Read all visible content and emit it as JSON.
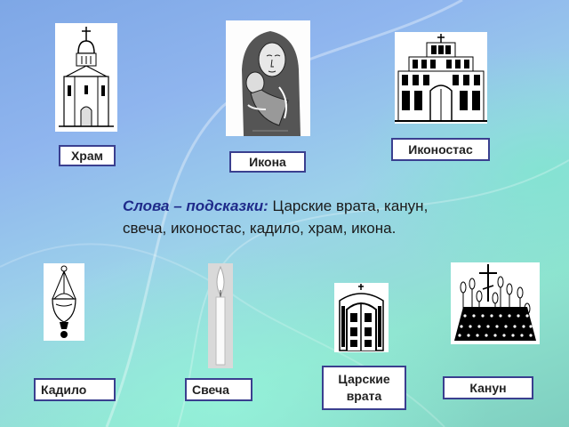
{
  "labels": {
    "hram": "Храм",
    "ikona": "Икона",
    "ikonostas": "Иконостас",
    "kadilo": "Кадило",
    "svecha": "Свеча",
    "tsarskie_line1": "Царские",
    "tsarskie_line2": "врата",
    "kanun": "Канун"
  },
  "hint": {
    "lead": "Слова – подсказки:",
    "text": " Царские врата, канун,  свеча, иконостас, кадило, храм, икона."
  },
  "icons": [
    "church-icon",
    "icon-painting-icon",
    "iconostasis-icon",
    "censer-icon",
    "candle-icon",
    "royal-doors-icon",
    "kanun-icon"
  ]
}
